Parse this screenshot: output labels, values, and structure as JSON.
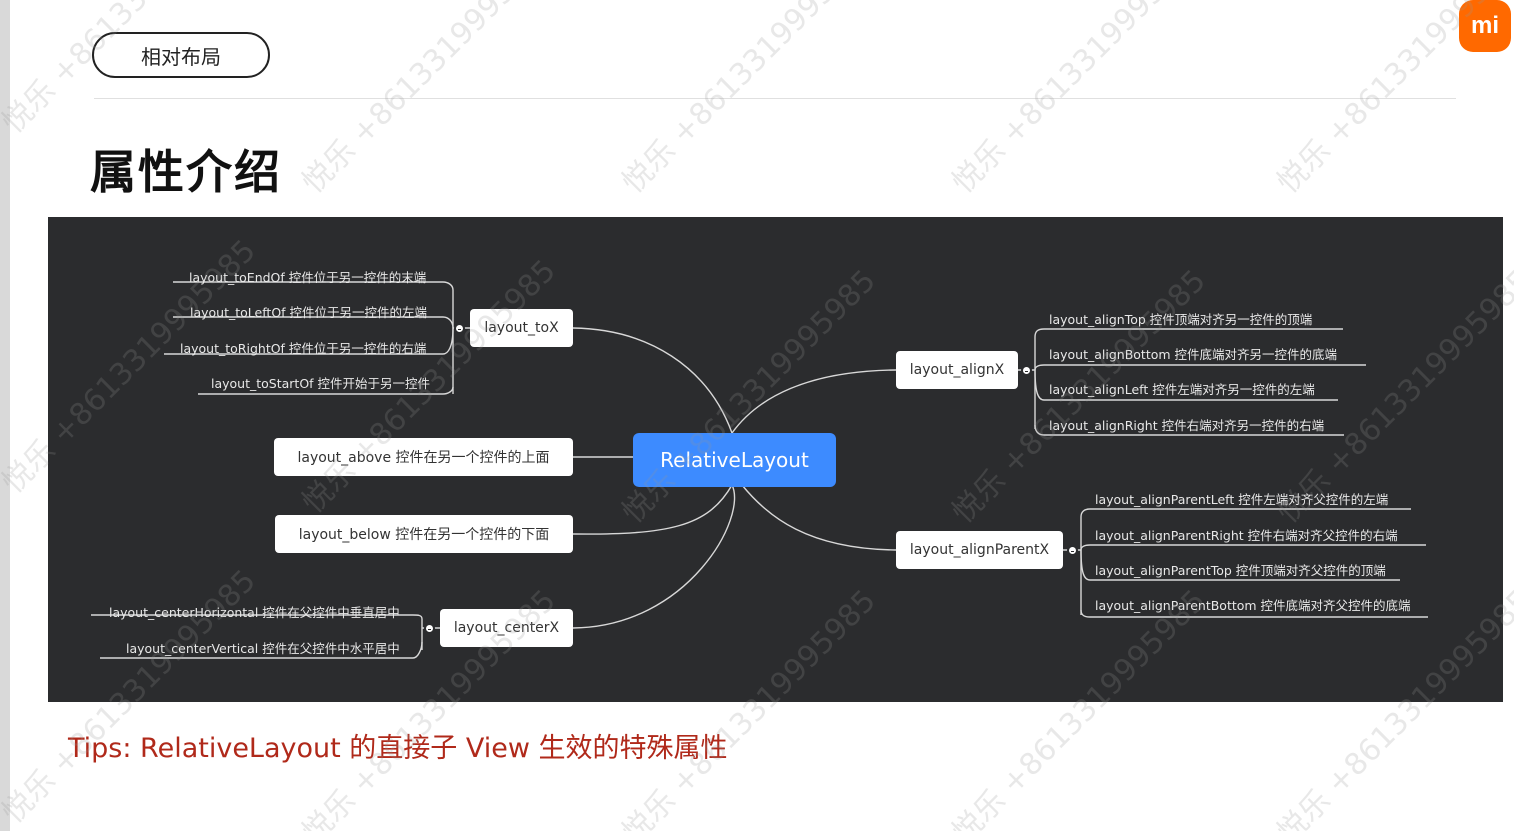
{
  "header": {
    "tag_label": "相对布局",
    "title": "属性介绍",
    "logo_text": "mi"
  },
  "colors": {
    "accent": "#ff6900",
    "tips": "#b0291a",
    "center_node": "#3d8bff",
    "canvas_bg": "#2b2c2e"
  },
  "mindmap": {
    "center": "RelativeLayout",
    "toX": {
      "label": "layout_toX",
      "leaves": [
        "layout_toEndOf 控件位于另一控件的末端",
        "layout_toLeftOf 控件位于另一控件的左端",
        "layout_toRightOf 控件位于另一控件的右端",
        "layout_toStartOf 控件开始于另一控件"
      ]
    },
    "above": "layout_above 控件在另一个控件的上面",
    "below": "layout_below  控件在另一个控件的下面",
    "centerX": {
      "label": "layout_centerX",
      "leaves": [
        "layout_centerHorizontal 控件在父控件中垂直居中",
        "layout_centerVertical 控件在父控件中水平居中"
      ]
    },
    "alignX": {
      "label": "layout_alignX",
      "leaves": [
        "layout_alignTop 控件顶端对齐另一控件的顶端",
        "layout_alignBottom 控件底端对齐另一控件的底端",
        "layout_alignLeft 控件左端对齐另一控件的左端",
        "layout_alignRight 控件右端对齐另一控件的右端"
      ]
    },
    "alignParentX": {
      "label": "layout_alignParentX",
      "leaves": [
        "layout_alignParentLeft  控件左端对齐父控件的左端",
        "layout_alignParentRight  控件右端对齐父控件的右端",
        "layout_alignParentTop  控件顶端对齐父控件的顶端",
        "layout_alignParentBottom 控件底端对齐父控件的底端"
      ]
    }
  },
  "tips": "Tips: RelativeLayout 的直接子 View 生效的特殊属性",
  "watermark": "悦乐 +8613319995985"
}
